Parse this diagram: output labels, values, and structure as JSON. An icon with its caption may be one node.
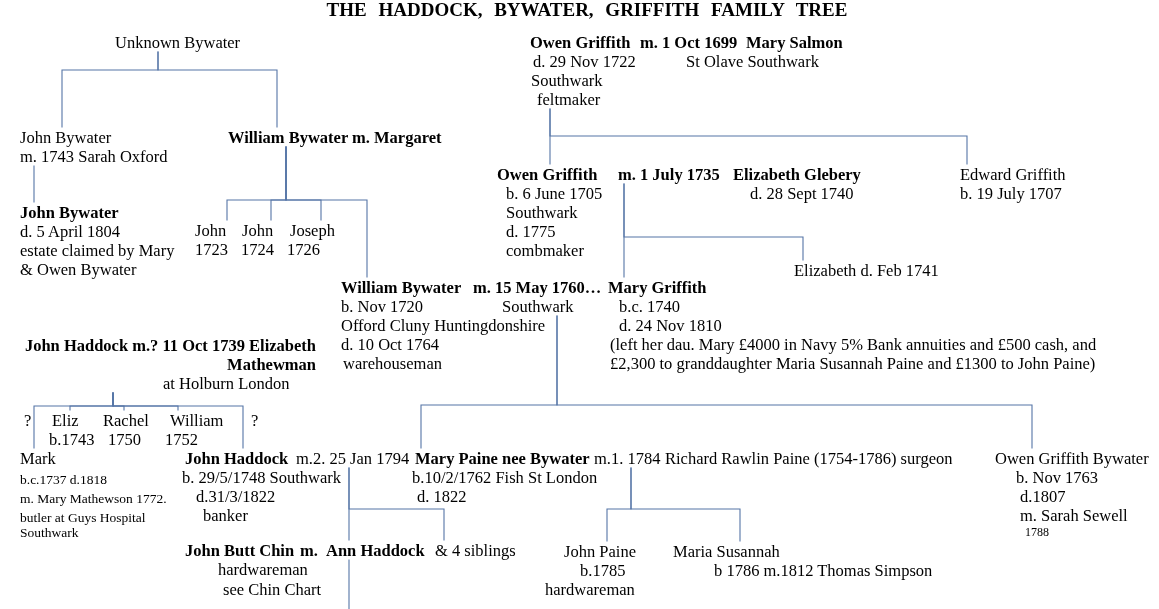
{
  "diagram": {
    "title": "THE HADDOCK, BYWATER, GRIFFITH FAMILY TREE",
    "nodes": [
      {
        "text": [
          "Unknown Bywater"
        ]
      },
      {
        "text": [
          "John Bywater",
          "m. 1743 Sarah Oxford"
        ]
      },
      {
        "text": [
          "William Bywater m. Margaret"
        ]
      },
      {
        "text": [
          "John Bywater",
          "d. 5 April 1804",
          "estate claimed by Mary & Owen Bywater"
        ]
      },
      {
        "text": [
          "John",
          "1723"
        ]
      },
      {
        "text": [
          "John",
          "1724"
        ]
      },
      {
        "text": [
          "Joseph",
          "1726"
        ]
      },
      {
        "text": [
          "Owen Griffith",
          "d. 29 Nov 1722",
          "Southwark",
          "feltmaker"
        ]
      },
      {
        "text": [
          "Edward Griffith",
          "b. 19 July 1707"
        ]
      },
      {
        "text": [
          "Owen Griffith",
          "b. 6 June 1705",
          "Southwark",
          "d. 1775",
          "combmaker"
        ]
      },
      {
        "text": [
          "m. 1 July 1735"
        ]
      },
      {
        "text": [
          "Elizabeth d. Feb 1741"
        ]
      },
      {
        "text": [
          "William Bywater",
          "b. Nov 1720",
          "Offord Cluny Huntingdonshire",
          "d. 10 Oct 1764",
          "warehouseman"
        ]
      },
      {
        "text": [
          "m. 15 May 1760…",
          "Southwark"
        ]
      },
      {
        "text": [
          "Mary Griffith",
          "b.c. 1740",
          "d. 24 Nov 1810",
          "(left her dau. Mary £4000 in Navy 5% Bank annuities and £500 cash, and £2,300 to granddaughter Maria Susannah Paine and £1300 to John Paine)"
        ]
      },
      {
        "text": [
          "John Haddock m.? 11 Oct 1739 Elizabeth Mathewman",
          "at Holburn London"
        ]
      },
      {
        "text": [
          "Eliz",
          "b.1743"
        ]
      },
      {
        "text": [
          "Rachel",
          "1750"
        ]
      },
      {
        "text": [
          "William",
          "1752"
        ]
      },
      {
        "text": [
          "Mark",
          "b.c.1737 d.1818",
          "m. Mary Mathewson 1772.",
          "butler at Guys Hospital Southwark"
        ]
      },
      {
        "text": [
          "John Haddock",
          "b. 29/5/1748 Southwark",
          "d.31/3/1822",
          "banker"
        ]
      },
      {
        "text": [
          "m.2. 25 Jan 1794"
        ]
      },
      {
        "text": [
          "Mary Paine nee Bywater",
          "b.10/2/1762 Fish St London",
          "d. 1822"
        ]
      },
      {
        "text": [
          "m.1. 1784"
        ]
      },
      {
        "text": [
          "Owen Griffith Bywater",
          "b. Nov 1763",
          "d.1807",
          "m. Sarah Sewell",
          "1788"
        ]
      },
      {
        "text": [
          "Ann Haddock"
        ]
      },
      {
        "text": [
          "& 4 siblings"
        ]
      },
      {
        "text": [
          "John Paine",
          "b.1785",
          "hardwareman"
        ]
      },
      {
        "text": [
          "Maria Susannah",
          "b 1786 m.1812 Thomas Simpson"
        ]
      }
    ],
    "edges": [
      {
        "from": 0,
        "to": 1,
        "arrow": "none"
      },
      {
        "from": 0,
        "to": 2,
        "arrow": "none"
      },
      {
        "from": 1,
        "to": 3,
        "arrow": "none"
      },
      {
        "from": 2,
        "to": 4,
        "arrow": "none"
      },
      {
        "from": 2,
        "to": 5,
        "arrow": "none"
      },
      {
        "from": 2,
        "to": 6,
        "arrow": "none"
      },
      {
        "from": 2,
        "to": 12,
        "arrow": "none"
      },
      {
        "from": 7,
        "to": 9,
        "arrow": "none"
      },
      {
        "from": 7,
        "to": 8,
        "arrow": "none"
      },
      {
        "from": 10,
        "to": 14,
        "arrow": "none"
      },
      {
        "from": 10,
        "to": 11,
        "arrow": "none"
      },
      {
        "from": 13,
        "to": 22,
        "arrow": "none"
      },
      {
        "from": 13,
        "to": 24,
        "arrow": "none"
      },
      {
        "from": 15,
        "to": 16,
        "arrow": "none"
      },
      {
        "from": 15,
        "to": 17,
        "arrow": "none"
      },
      {
        "from": 15,
        "to": 18,
        "arrow": "none"
      },
      {
        "from": 15,
        "to": 19,
        "arrow": "none"
      },
      {
        "from": 15,
        "to": 20,
        "arrow": "none"
      },
      {
        "from": 21,
        "to": 25,
        "arrow": "none"
      },
      {
        "from": 21,
        "to": 26,
        "arrow": "none"
      },
      {
        "from": 23,
        "to": 27,
        "arrow": "none"
      },
      {
        "from": 23,
        "to": 28,
        "arrow": "none"
      },
      {
        "from": 25,
        "to": null,
        "arrow": "none"
      }
    ],
    "labels": [
      "m. 1 Oct 1699",
      "Mary Salmon",
      "St Olave Southwark",
      "Elizabeth Glebery",
      "d. 28 Sept 1740",
      "?",
      "?",
      "Richard Rawlin Paine (1754-1786) surgeon",
      "John Butt Chin",
      "m.",
      "hardwareman",
      "see Chin Chart"
    ]
  }
}
